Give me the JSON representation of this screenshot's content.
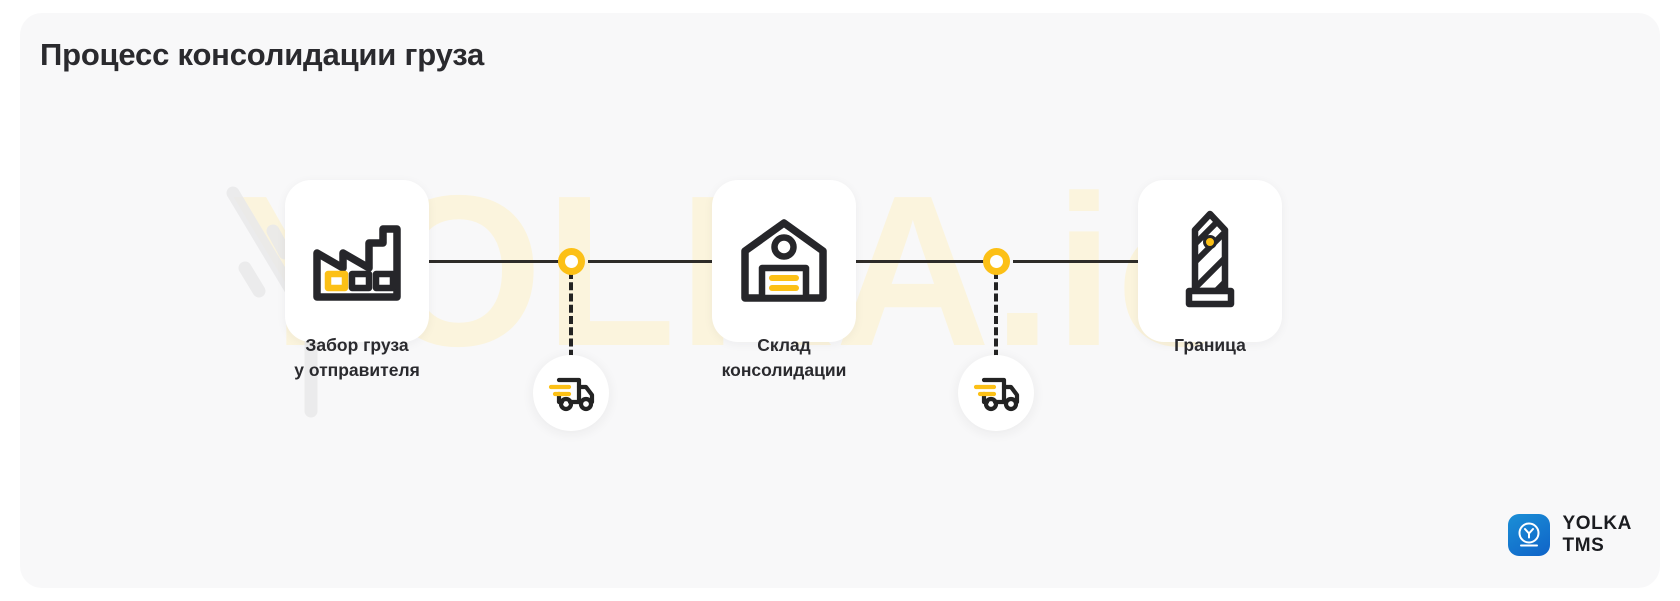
{
  "page": {
    "title": "Процесс консолидации груза",
    "background": "#ffffff",
    "card_background": "#f8f8f9",
    "accent_color": "#fcc016",
    "line_color": "#2e2c29",
    "text_color": "#2a2a2e"
  },
  "watermark": {
    "text": "YOLKA.io",
    "color": "#fbf4dd"
  },
  "flow": {
    "stops": [
      {
        "id": "pickup",
        "icon": "factory-icon",
        "label": "Забор груза\nу отправителя"
      },
      {
        "id": "warehouse",
        "icon": "warehouse-icon",
        "label": "Склад\nконсолидации"
      },
      {
        "id": "border",
        "icon": "border-post-icon",
        "label": "Граница"
      }
    ],
    "transits": [
      {
        "id": "transit-1",
        "icon": "delivery-truck-icon",
        "node_color": "#fcc016"
      },
      {
        "id": "transit-2",
        "icon": "delivery-truck-icon",
        "node_color": "#fcc016"
      }
    ]
  },
  "logo": {
    "line1": "YOLKA",
    "line2": "TMS",
    "mark_letter": "Y",
    "mark_color": "#0f78d0"
  }
}
